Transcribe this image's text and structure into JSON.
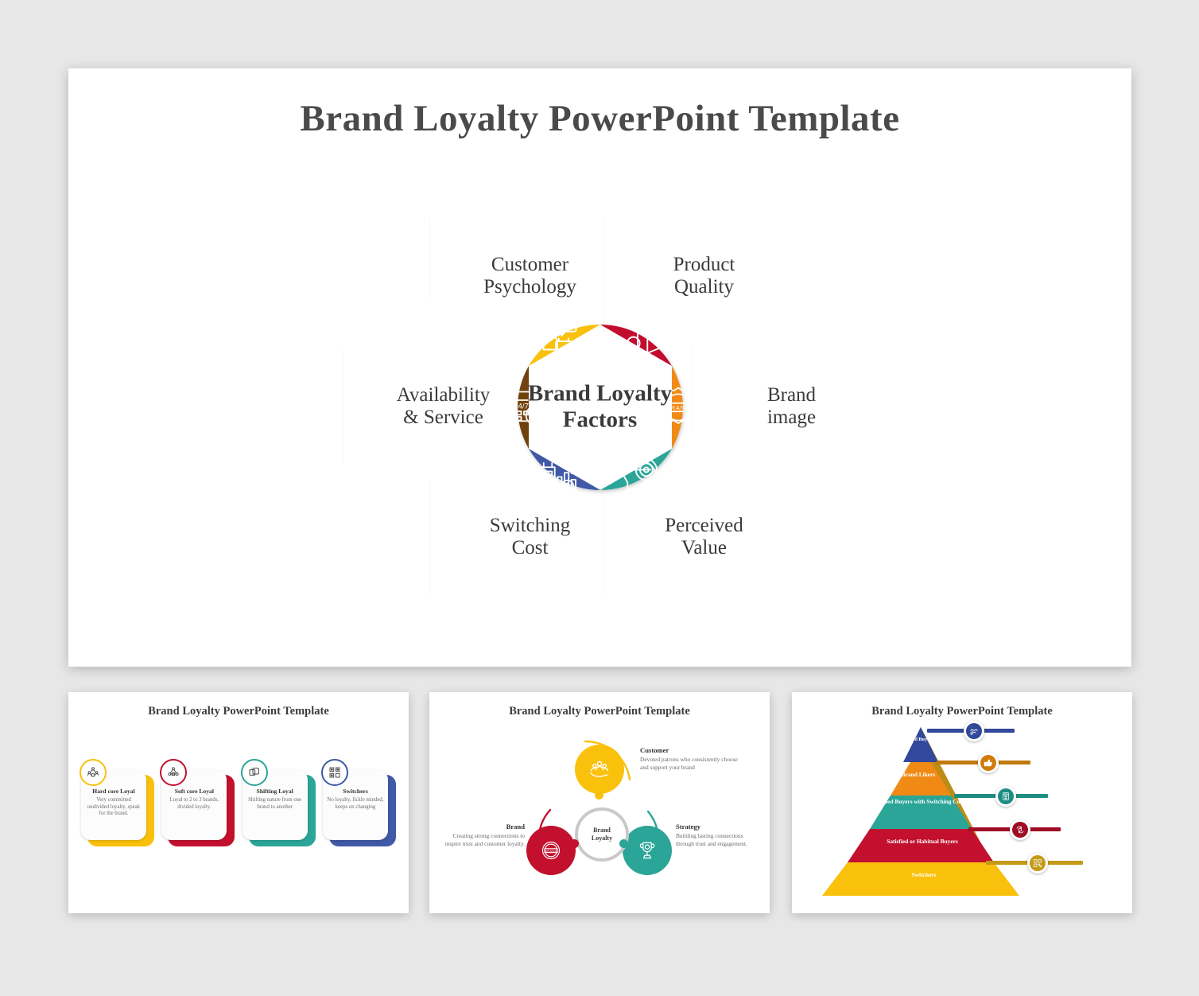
{
  "colors": {
    "yellow": "#F9C10B",
    "red": "#C3102E",
    "orange": "#F08A15",
    "teal": "#2AA598",
    "blue": "#4159A6",
    "brown": "#6F4208",
    "navy": "#31489B",
    "gold": "#C49A16",
    "text_dark": "#3b3b3b",
    "background": "#E7E7E7"
  },
  "main_slide": {
    "title": "Brand Loyalty PowerPoint Template",
    "center_label": "Brand Loyalty Factors",
    "center_line1": "Brand Loyalty",
    "center_line2": "Factors",
    "hexagons": [
      {
        "id": "customer-psychology",
        "line1": "Customer",
        "line2": "Psychology",
        "petal_color": "#F9C10B",
        "icon": "shopper-heart-icon"
      },
      {
        "id": "product-quality",
        "line1": "Product",
        "line2": "Quality",
        "petal_color": "#C3102E",
        "icon": "box-badge-icon"
      },
      {
        "id": "brand-image",
        "line1": "Brand",
        "line2": "image",
        "petal_color": "#F08A15",
        "icon": "brand-seal-icon"
      },
      {
        "id": "perceived-value",
        "line1": "Perceived",
        "line2": "Value",
        "petal_color": "#2AA598",
        "icon": "head-target-icon"
      },
      {
        "id": "switching-cost",
        "line1": "Switching",
        "line2": "Cost",
        "petal_color": "#4159A6",
        "icon": "cost-decline-icon"
      },
      {
        "id": "availability-service",
        "line1": "Availability",
        "line2": "& Service",
        "petal_color": "#6F4208",
        "icon": "calendar-24-7-icon"
      }
    ]
  },
  "thumbnails": [
    {
      "id": "loyalty-types-slide",
      "title": "Brand Loyalty PowerPoint Template",
      "cards": [
        {
          "title": "Hard core Loyal",
          "desc": "Very committed undivided loyalty, speak for the brand.",
          "color": "#F9C10B",
          "icon": "group-qr-icon"
        },
        {
          "title": "Soft core Loyal",
          "desc": "Loyal to 2 to 3 brands, divided loyalty.",
          "color": "#C3102E",
          "icon": "network-qr-icon"
        },
        {
          "title": "Shifting Loyal",
          "desc": "Shifting nature from one brand to another",
          "color": "#2AA598",
          "icon": "swap-cards-icon"
        },
        {
          "title": "Switchers",
          "desc": "No loyalty, fickle minded, keeps on changing",
          "color": "#4159A6",
          "icon": "grid-qr-icon"
        }
      ]
    },
    {
      "id": "three-circle-slide",
      "title": "Brand Loyalty PowerPoint Template",
      "center_line1": "Brand",
      "center_line2": "Loyalty",
      "items": [
        {
          "label": "Customer",
          "desc": "Devoted patrons who consistently choose and support your brand",
          "color": "#F9C10B",
          "icon": "people-hand-icon"
        },
        {
          "label": "Brand",
          "desc": "Creating strong connections to inspire trust and customer loyalty.",
          "color": "#C3102E",
          "icon": "brand-seal-icon"
        },
        {
          "label": "Strategy",
          "desc": "Building lasting connections through trust and engagement.",
          "color": "#2AA598",
          "icon": "trophy-gear-icon"
        }
      ]
    },
    {
      "id": "pyramid-slide",
      "title": "Brand Loyalty PowerPoint Template",
      "levels": [
        {
          "label": "Committed Buyers",
          "color": "#31489B",
          "icon": "handshake-qr-icon"
        },
        {
          "label": "Brand Likers",
          "color": "#F08A15",
          "icon": "thumbs-up-icon"
        },
        {
          "label": "Satisfied Buyers with Switching Costs",
          "color": "#2AA598",
          "icon": "calculator-icon"
        },
        {
          "label": "Satisfied or Habitual Buyers",
          "color": "#C3102E",
          "icon": "repeat-qr-icon"
        },
        {
          "label": "Switchers",
          "color": "#F9C10B",
          "bar_color": "#C49A16",
          "icon": "grid-qr-icon"
        }
      ]
    }
  ]
}
